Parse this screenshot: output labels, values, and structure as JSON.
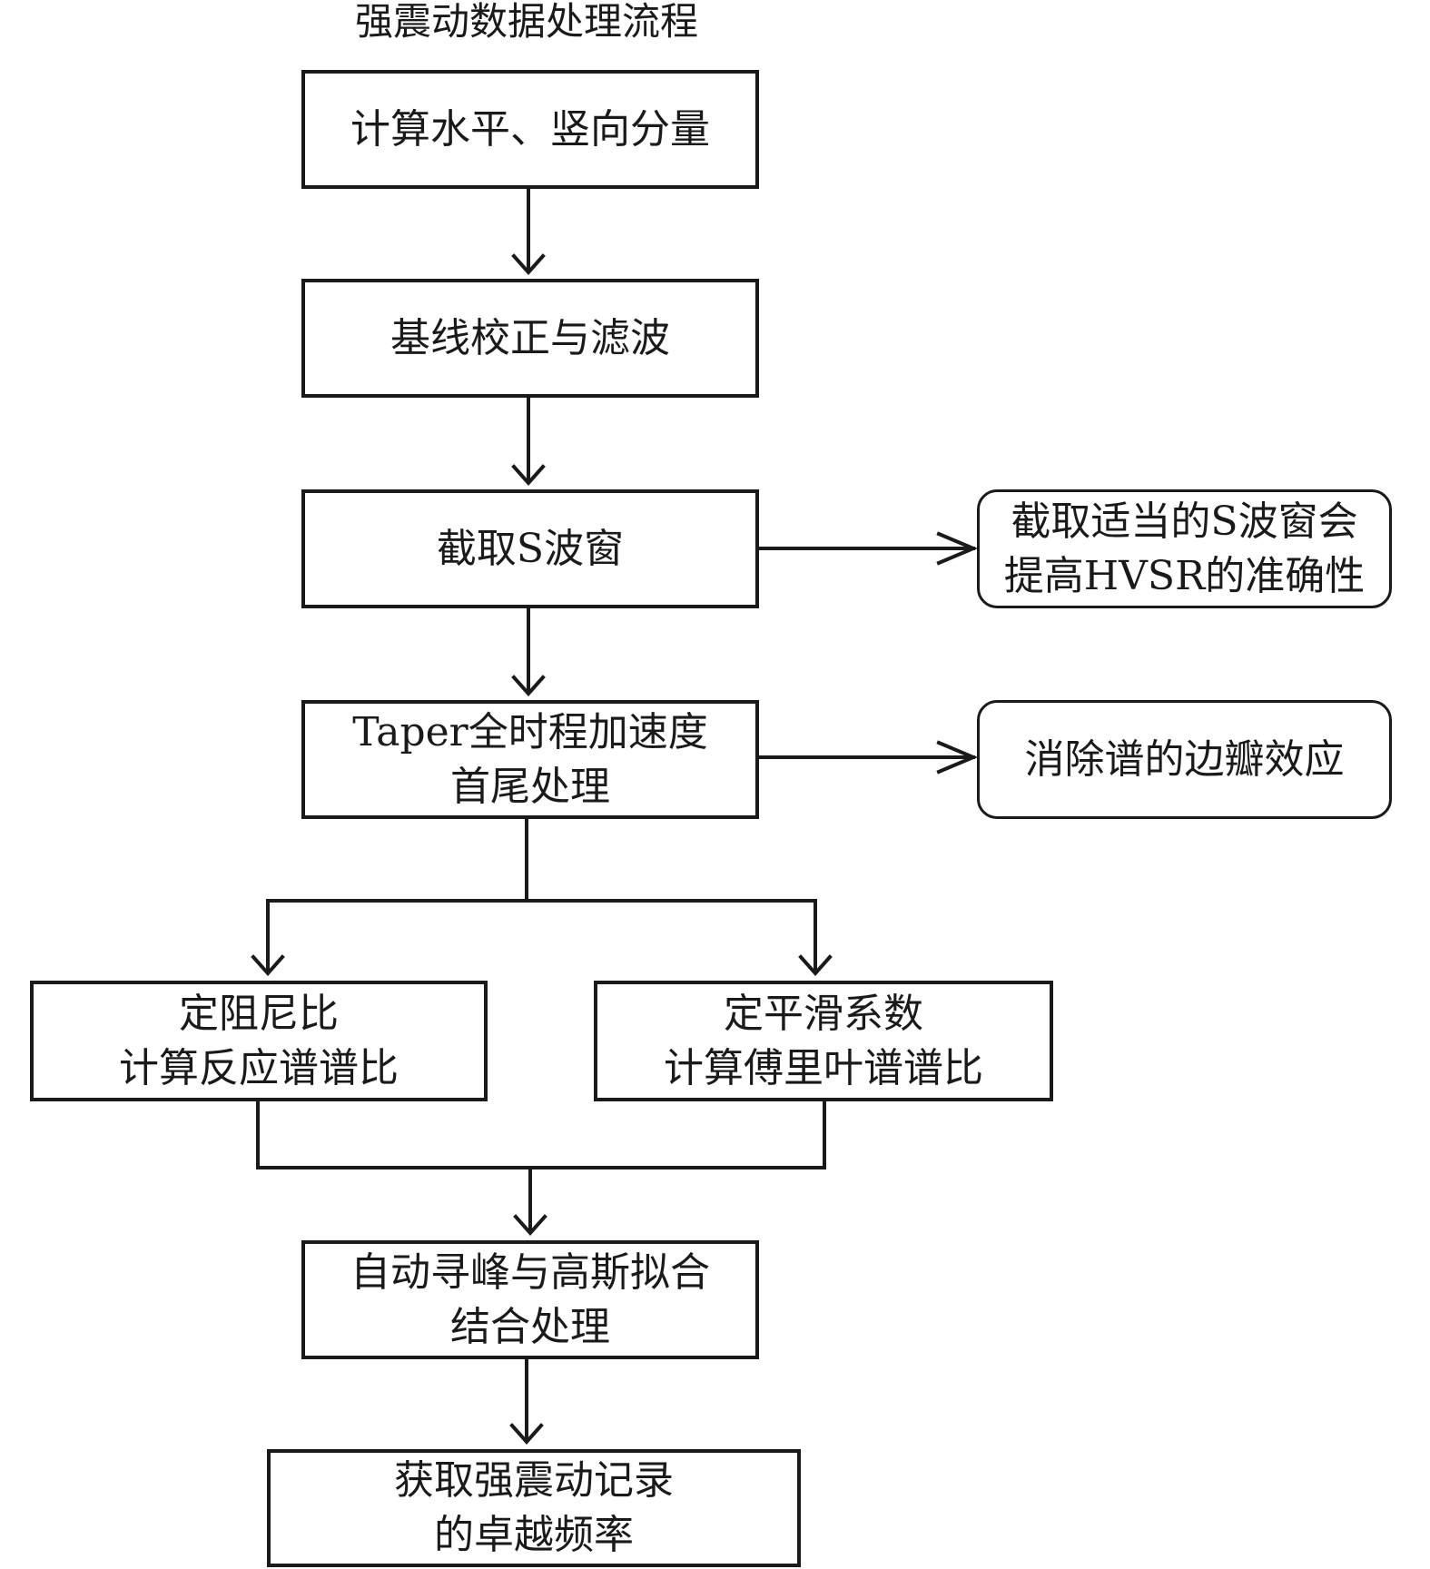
{
  "title": "强震动数据处理流程",
  "steps": {
    "components": "计算水平、竖向分量",
    "baseline": "基线校正与滤波",
    "swave": "截取S波窗",
    "taper": {
      "line1": "Taper全时程加速度",
      "line2": "首尾处理"
    },
    "response": {
      "line1": "定阻尼比",
      "line2": "计算反应谱谱比"
    },
    "fourier": {
      "line1": "定平滑系数",
      "line2": "计算傅里叶谱谱比"
    },
    "peak": {
      "line1": "自动寻峰与高斯拟合",
      "line2": "结合处理"
    },
    "result": {
      "line1": "获取强震动记录",
      "line2": "的卓越频率"
    }
  },
  "notes": {
    "swave": {
      "line1": "截取适当的S波窗会",
      "line2": "提高HVSR的准确性"
    },
    "taper": "消除谱的边瓣效应"
  }
}
